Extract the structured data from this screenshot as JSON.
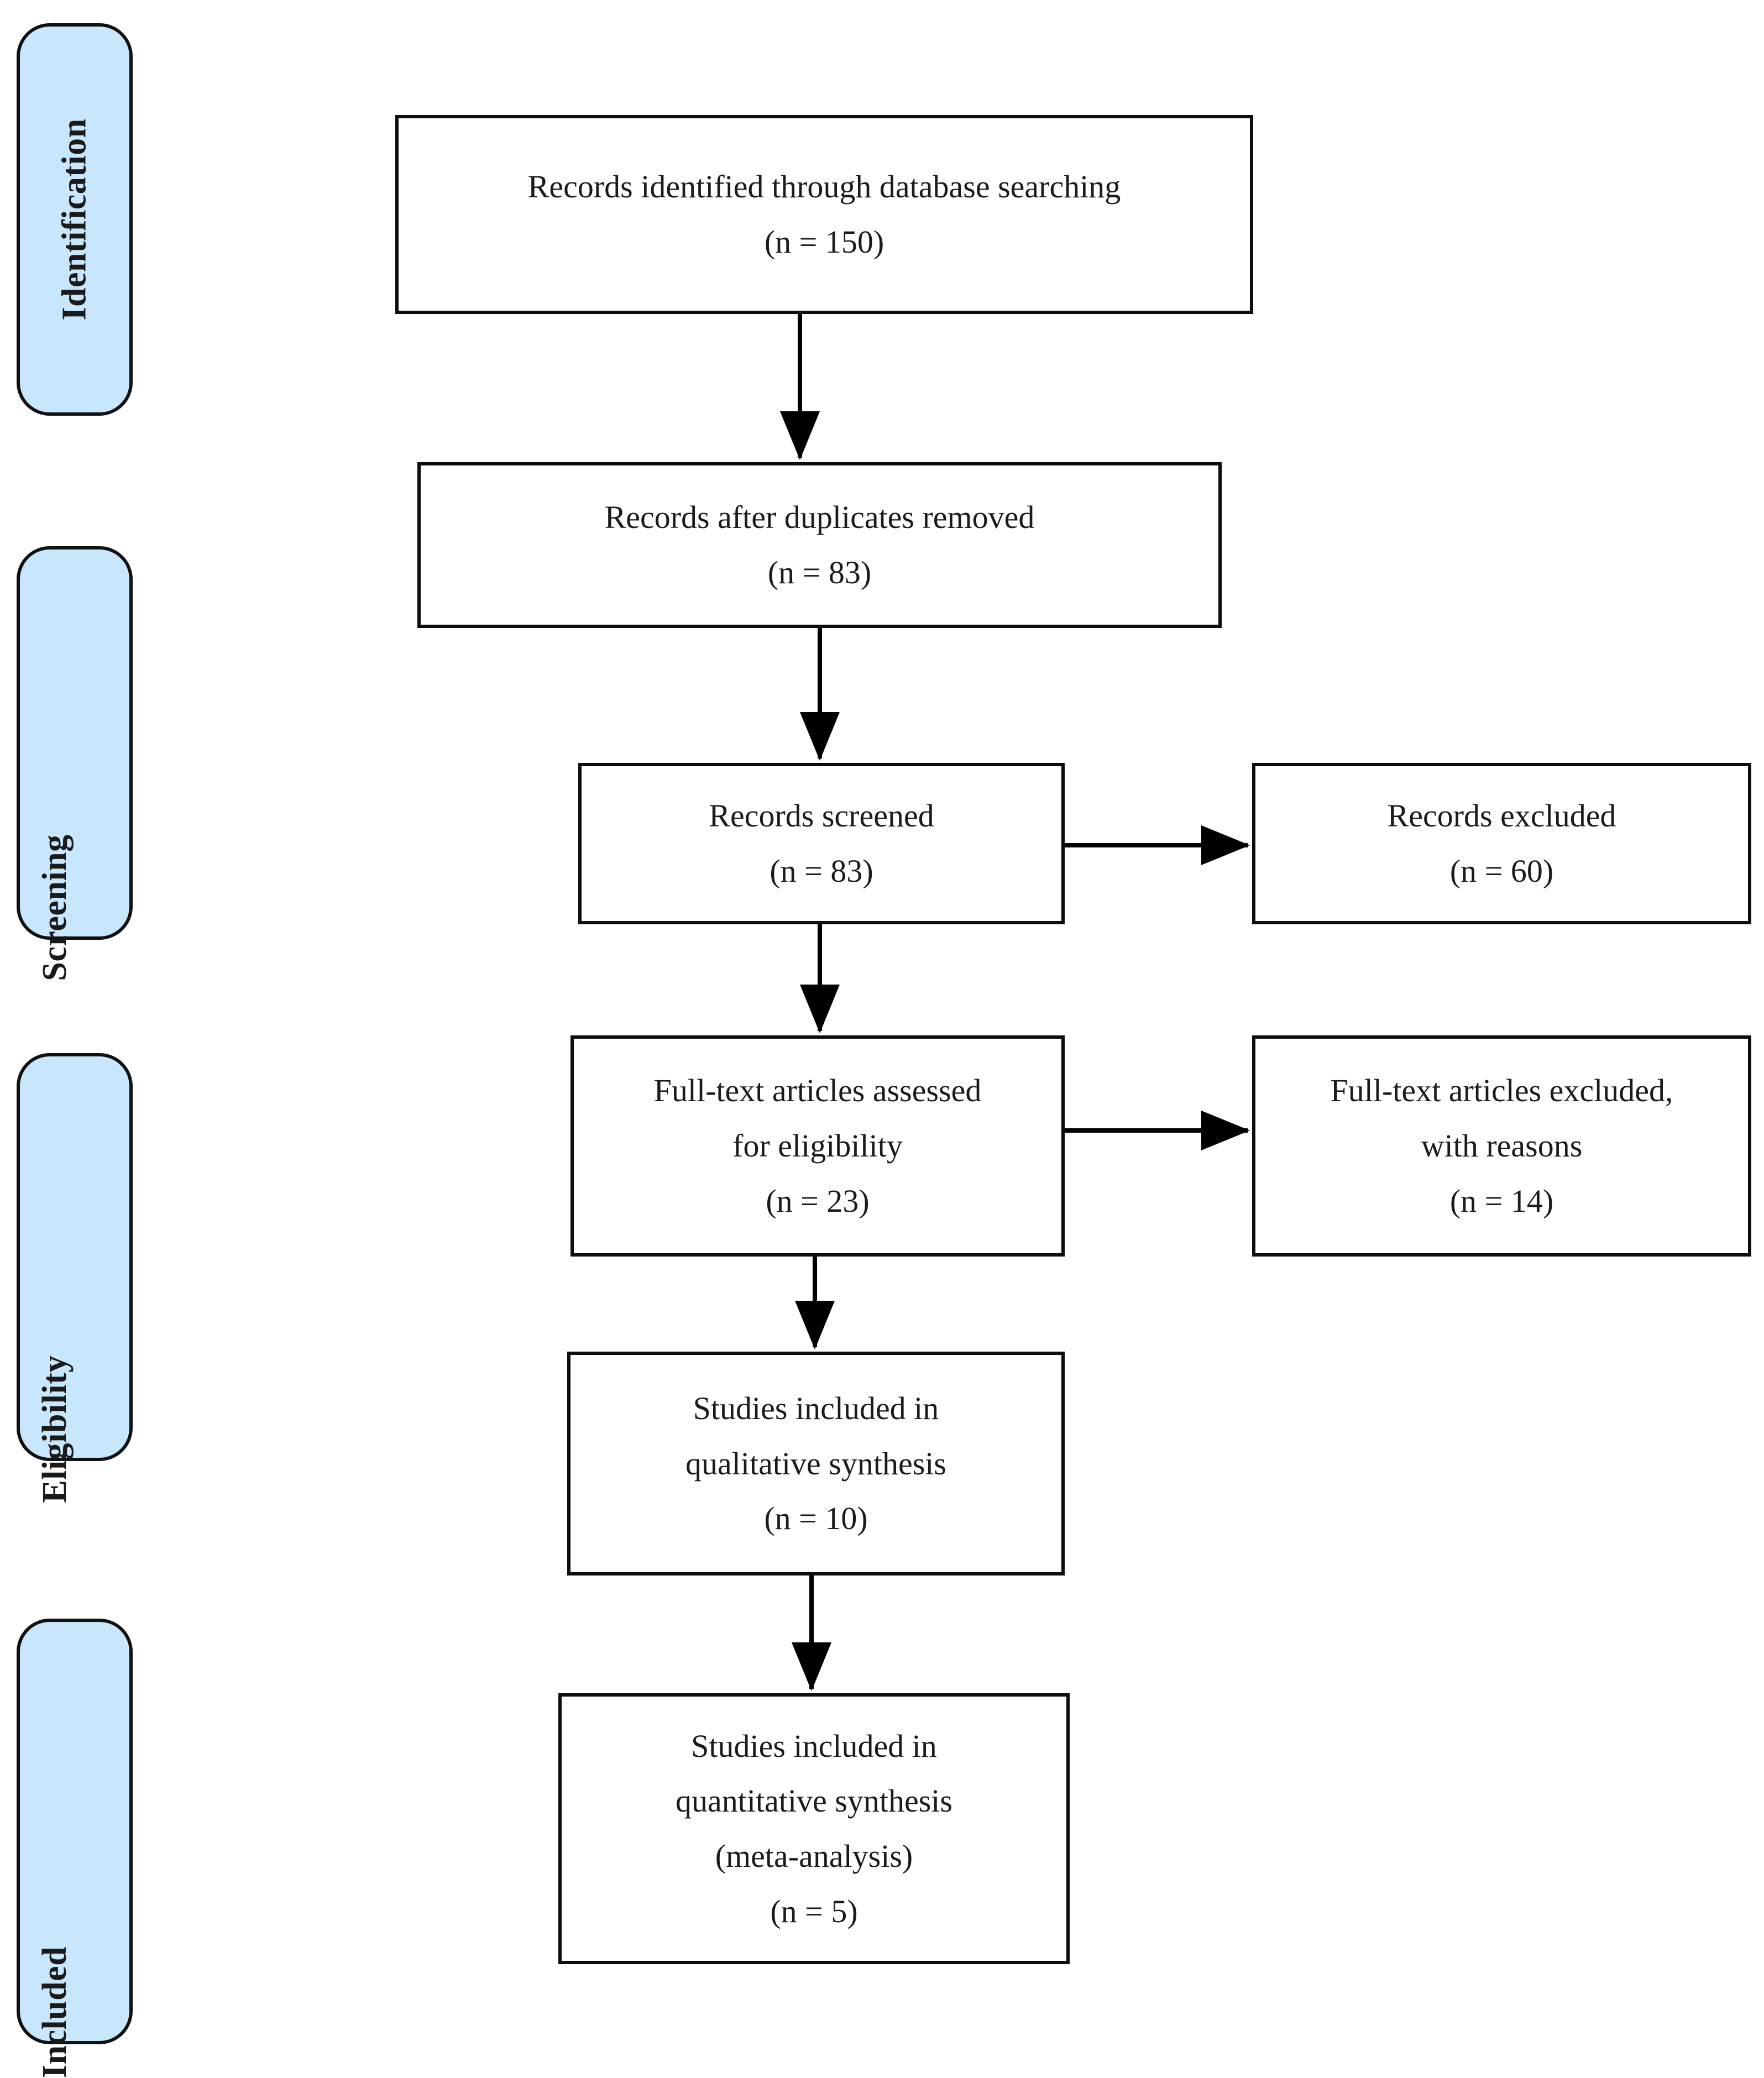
{
  "diagram": {
    "type": "prisma-flow-diagram",
    "title": "PRISMA flow diagram",
    "colors": {
      "stage_fill": "#c9e7fc",
      "stage_border": "#111111",
      "box_fill": "#ffffff",
      "box_border": "#0d0d0d",
      "text": "#1b1b1b",
      "connector": "#000000",
      "background": "#ffffff"
    }
  },
  "stages": [
    {
      "id": "identification",
      "label": "Identification"
    },
    {
      "id": "screening",
      "label": "Screening"
    },
    {
      "id": "eligibility",
      "label": "Eligibility"
    },
    {
      "id": "included",
      "label": "Included"
    }
  ],
  "boxes": {
    "records_identified": {
      "id": "records-identified",
      "stage": "identification",
      "lines": [
        "Records identified through database searching",
        "(n = 150)"
      ],
      "n": 150
    },
    "records_after_duplicates": {
      "id": "records-after-duplicates-removed",
      "stage": "screening",
      "lines": [
        "Records after duplicates removed",
        "(n = 83)"
      ],
      "n": 83
    },
    "records_screened": {
      "id": "records-screened",
      "stage": "screening",
      "lines": [
        "Records screened",
        "(n = 83)"
      ],
      "n": 83
    },
    "records_excluded": {
      "id": "records-excluded",
      "stage": "screening",
      "lines": [
        "Records excluded",
        "(n = 60)"
      ],
      "n": 60
    },
    "fulltext_assessed": {
      "id": "full-text-articles-assessed",
      "stage": "eligibility",
      "lines": [
        "Full-text articles assessed",
        "for eligibility",
        "(n = 23)"
      ],
      "n": 23
    },
    "fulltext_excluded": {
      "id": "full-text-articles-excluded",
      "stage": "eligibility",
      "lines": [
        "Full-text articles excluded,",
        "with reasons",
        "(n = 14)"
      ],
      "n": 14
    },
    "qualitative_synthesis": {
      "id": "studies-included-qualitative-synthesis",
      "stage": "included",
      "lines": [
        "Studies included in",
        "qualitative synthesis",
        "(n = 10)"
      ],
      "n": 10
    },
    "quantitative_synthesis": {
      "id": "studies-included-quantitative-synthesis",
      "stage": "included",
      "lines": [
        "Studies included in",
        "quantitative synthesis",
        "(meta-analysis)",
        "(n = 5)"
      ],
      "n": 5
    }
  },
  "connectors": [
    {
      "id": "arrow-identified-to-duplicates",
      "direction": "down"
    },
    {
      "id": "arrow-duplicates-to-screened",
      "direction": "down"
    },
    {
      "id": "arrow-screened-to-excluded",
      "direction": "right"
    },
    {
      "id": "arrow-screened-to-fulltext",
      "direction": "down"
    },
    {
      "id": "arrow-fulltext-to-fulltext-excluded",
      "direction": "right"
    },
    {
      "id": "arrow-fulltext-to-qualitative",
      "direction": "down"
    },
    {
      "id": "arrow-qualitative-to-quantitative",
      "direction": "down"
    }
  ]
}
